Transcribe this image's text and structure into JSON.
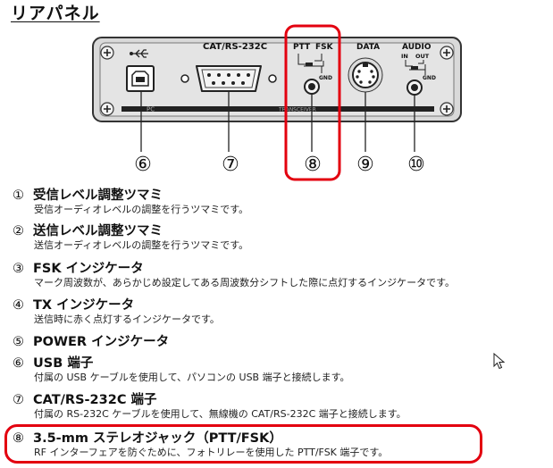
{
  "page": {
    "heading": "リアパネル",
    "accent_color": "#e3000f"
  },
  "panel": {
    "label_cat": "CAT/RS-232C",
    "label_ptt": "PTT",
    "label_fsk": "FSK",
    "label_gnd_ptt": "GND",
    "label_data": "DATA",
    "label_audio": "AUDIO",
    "label_in": "IN",
    "label_out": "OUT",
    "label_gnd_audio": "GND",
    "strip_label_pc": "PC",
    "strip_label_transceiver": "TRANSCEIVER",
    "usb_icon": "usb-icon"
  },
  "callouts": [
    {
      "id": "6",
      "label": "⑥"
    },
    {
      "id": "7",
      "label": "⑦"
    },
    {
      "id": "8",
      "label": "⑧"
    },
    {
      "id": "9",
      "label": "⑨"
    },
    {
      "id": "10",
      "label": "⑩"
    }
  ],
  "items": [
    {
      "num": "①",
      "title": "受信レベル調整ツマミ",
      "desc": "受信オーディオレベルの調整を行うツマミです。"
    },
    {
      "num": "②",
      "title": "送信レベル調整ツマミ",
      "desc": "送信オーディオレベルの調整を行うツマミです。"
    },
    {
      "num": "③",
      "title": "FSK インジケータ",
      "desc": "マーク周波数が、あらかじめ設定してある周波数分シフトした際に点灯するインジケータです。"
    },
    {
      "num": "④",
      "title": "TX インジケータ",
      "desc": "送信時に赤く点灯するインジケータです。"
    },
    {
      "num": "⑤",
      "title": "POWER インジケータ",
      "desc": ""
    },
    {
      "num": "⑥",
      "title": "USB 端子",
      "desc": "付属の USB ケーブルを使用して、パソコンの USB 端子と接続します。"
    },
    {
      "num": "⑦",
      "title": "CAT/RS-232C 端子",
      "desc": "付属の RS-232C ケーブルを使用して、無線機の CAT/RS-232C 端子と接続します。"
    },
    {
      "num": "⑧",
      "title": "3.5-mm ステレオジャック（PTT/FSK）",
      "desc": "RF インターフェアを防ぐために、フォトリレーを使用した PTT/FSK 端子です。"
    }
  ]
}
